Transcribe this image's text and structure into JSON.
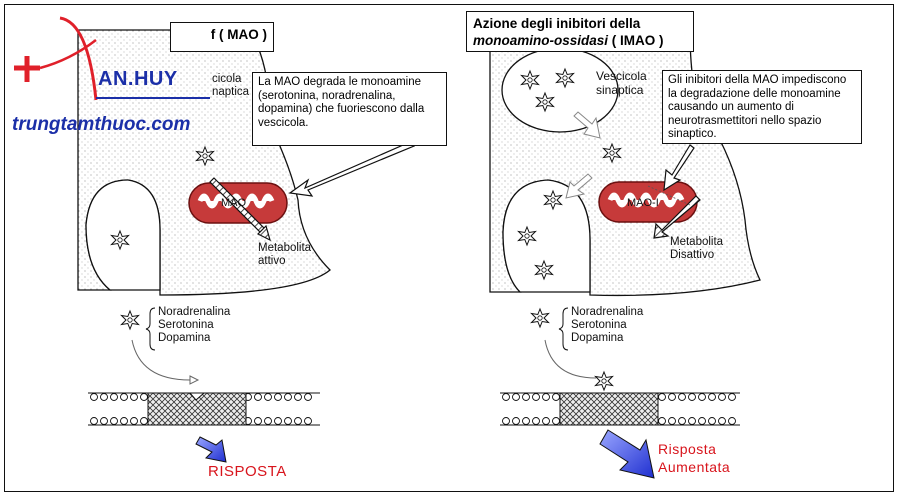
{
  "left_panel": {
    "title_fragment": "f ( MAO )",
    "vesicle_label_line1": "cicola",
    "vesicle_label_line2": "naptica",
    "note": "La MAO degrada le monoamine (serotonina, noradrenalina, dopamina) che fuoriescono dalla vescicola.",
    "enzyme_label": "MAO",
    "metabolite_line1": "Metabolita",
    "metabolite_line2": "attivo",
    "mono_1": "Noradrenalina",
    "mono_2": "Serotonina",
    "mono_3": "Dopamina",
    "response": "RISPOSTA"
  },
  "right_panel": {
    "title_line1": "Azione degli inibitori della",
    "title_line2_italic": "monoamino-ossidasi",
    "title_line2_rest": " ( IMAO )",
    "vesicle_label_line1": "Vescicola",
    "vesicle_label_line2": "sinaptica",
    "note": "Gli inibitori della MAO impediscono la degradazione delle monoamine causando un aumento di neurotrasmettitori nello spazio sinaptico.",
    "enzyme_label": "MAO-I",
    "metabolite_line1": "Metabolita",
    "metabolite_line2": "Disattivo",
    "mono_1": "Noradrenalina",
    "mono_2": "Serotonina",
    "mono_3": "Dopamina",
    "response_line1": "Risposta",
    "response_line2": "Aumentata"
  },
  "watermark": {
    "brand": "AN.HUY",
    "site": "trungtamthuoc.com"
  },
  "colors": {
    "mao_fill": "#c63a3a",
    "response_red": "#d8141c",
    "arrow_blue": "#2a3fd8",
    "watermark_red": "#e0202a",
    "watermark_blue": "#1b2fa8"
  }
}
